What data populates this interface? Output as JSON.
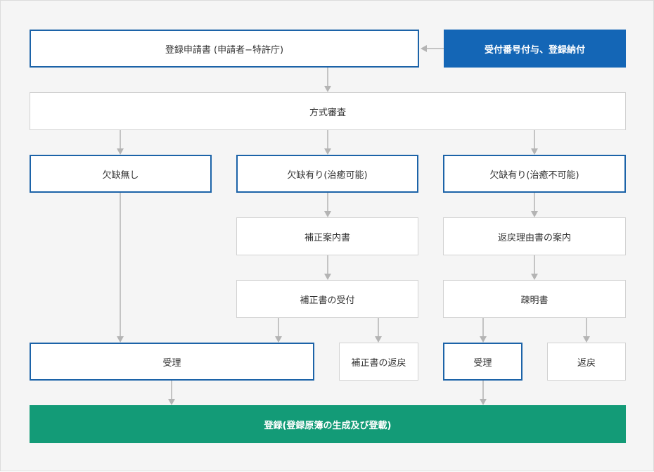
{
  "flow": {
    "application": "登録申請書 (申請者−特許庁)",
    "receipt": "受付番号付与、登録納付",
    "formality_exam": "方式審査",
    "no_defect": "欠缺無し",
    "defect_fixable": "欠缺有り(治癒可能)",
    "defect_unfixable": "欠缺有り(治癒不可能)",
    "amendment_notice": "補正案内書",
    "return_reason_notice": "返戻理由書の案内",
    "amendment_receipt": "補正書の受付",
    "explanation": "疎明書",
    "acceptance_main": "受理",
    "amendment_return": "補正書の返戻",
    "acceptance_right": "受理",
    "return": "返戻",
    "registration": "登録(登録原簿の生成及び登載)"
  },
  "colors": {
    "blue_outline": "#1c63a8",
    "blue_fill": "#1466b6",
    "green_fill": "#139b77",
    "arrow_gray": "#b4b4b4"
  }
}
